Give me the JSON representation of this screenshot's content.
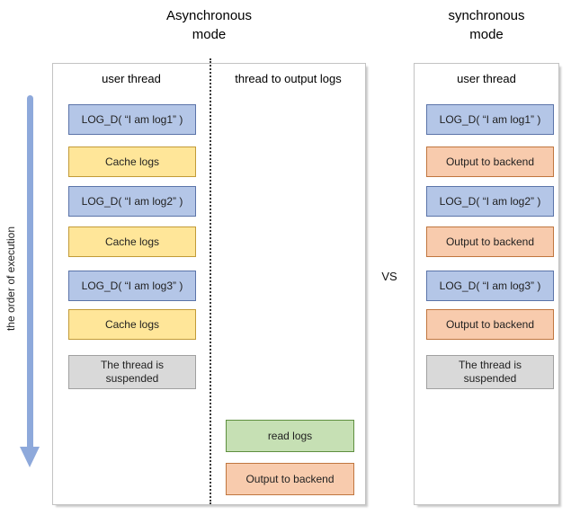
{
  "titles": {
    "left": "Asynchronous\nmode",
    "right": "synchronous\nmode",
    "vs": "VS"
  },
  "execution_axis": {
    "label": "the order of execution",
    "arrow_icon": "down-arrow-icon"
  },
  "async_panel": {
    "user_thread": {
      "header": "user thread",
      "boxes": [
        {
          "label": "LOG_D( “I am log1” )",
          "type": "log-call"
        },
        {
          "label": "Cache logs",
          "type": "cache"
        },
        {
          "label": "LOG_D( “I am log2” )",
          "type": "log-call"
        },
        {
          "label": "Cache logs",
          "type": "cache"
        },
        {
          "label": "LOG_D( “I am log3” )",
          "type": "log-call"
        },
        {
          "label": "Cache logs",
          "type": "cache"
        },
        {
          "label": "The thread is\nsuspended",
          "type": "suspended"
        }
      ]
    },
    "output_thread": {
      "header": "thread to output logs",
      "boxes": [
        {
          "label": "read logs",
          "type": "read"
        },
        {
          "label": "Output to backend",
          "type": "output"
        }
      ]
    }
  },
  "sync_panel": {
    "header": "user thread",
    "boxes": [
      {
        "label": "LOG_D( “I am log1” )",
        "type": "log-call"
      },
      {
        "label": "Output to backend",
        "type": "output"
      },
      {
        "label": "LOG_D( “I am log2” )",
        "type": "log-call"
      },
      {
        "label": "Output to backend",
        "type": "output"
      },
      {
        "label": "LOG_D( “I am log3” )",
        "type": "log-call"
      },
      {
        "label": "Output to backend",
        "type": "output"
      },
      {
        "label": "The thread is\nsuspended",
        "type": "suspended"
      }
    ]
  },
  "colors": {
    "log_call_fill": "#b4c6e7",
    "log_call_border": "#5b74a9",
    "cache_fill": "#ffe699",
    "cache_border": "#c29b38",
    "output_fill": "#f8cbad",
    "output_border": "#c0763f",
    "read_fill": "#c6e0b4",
    "read_border": "#5e8f3f",
    "suspended_fill": "#d9d9d9",
    "suspended_border": "#a0a0a0",
    "arrow": "#8ea9db"
  }
}
